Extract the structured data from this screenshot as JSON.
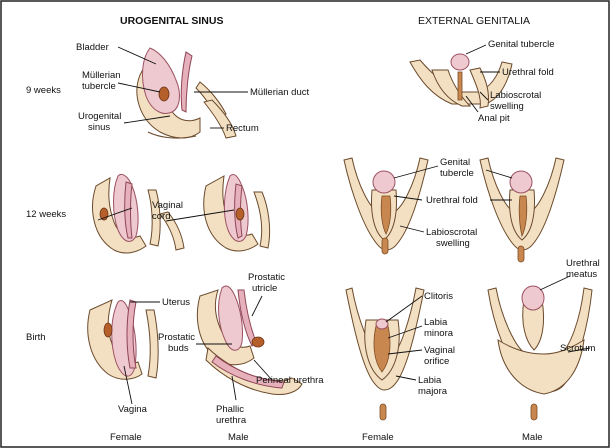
{
  "headings": {
    "left": "UROGENITAL SINUS",
    "right": "EXTERNAL GENITALIA"
  },
  "rows": {
    "r1": "9 weeks",
    "r2": "12 weeks",
    "r3": "Birth"
  },
  "footer": {
    "female_left": "Female",
    "male_left": "Male",
    "female_right": "Female",
    "male_right": "Male"
  },
  "labels": {
    "bladder": "Bladder",
    "mullerian_tubercle_1": "Müllerian",
    "mullerian_tubercle_2": "tubercle",
    "mullerian_duct": "Müllerian duct",
    "urogenital_sinus_1": "Urogenital",
    "urogenital_sinus_2": "sinus",
    "rectum": "Rectum",
    "vaginal_cord_1": "Vaginal",
    "vaginal_cord_2": "cord",
    "uterus": "Uterus",
    "prostatic_utricle_1": "Prostatic",
    "prostatic_utricle_2": "utricle",
    "prostatic_buds_1": "Prostatic",
    "prostatic_buds_2": "buds",
    "perineal_urethra": "Perineal urethra",
    "phallic_urethra_1": "Phallic",
    "phallic_urethra_2": "urethra",
    "vagina": "Vagina",
    "genital_tubercle_9": "Genital tubercle",
    "urethral_fold_9": "Urethral fold",
    "labioscrotal_9_1": "Labioscrotal",
    "labioscrotal_9_2": "swelling",
    "anal_pit": "Anal pit",
    "genital_tubercle_12_1": "Genital",
    "genital_tubercle_12_2": "tubercle",
    "urethral_fold_12": "Urethral fold",
    "labioscrotal_12_1": "Labioscrotal",
    "labioscrotal_12_2": "swelling",
    "clitoris": "Clitoris",
    "labia_minora_1": "Labia",
    "labia_minora_2": "minora",
    "vaginal_orifice_1": "Vaginal",
    "vaginal_orifice_2": "orifice",
    "labia_majora_1": "Labia",
    "labia_majora_2": "majora",
    "urethral_meatus_1": "Urethral",
    "urethral_meatus_2": "meatus",
    "scrotum": "Scrotum"
  }
}
